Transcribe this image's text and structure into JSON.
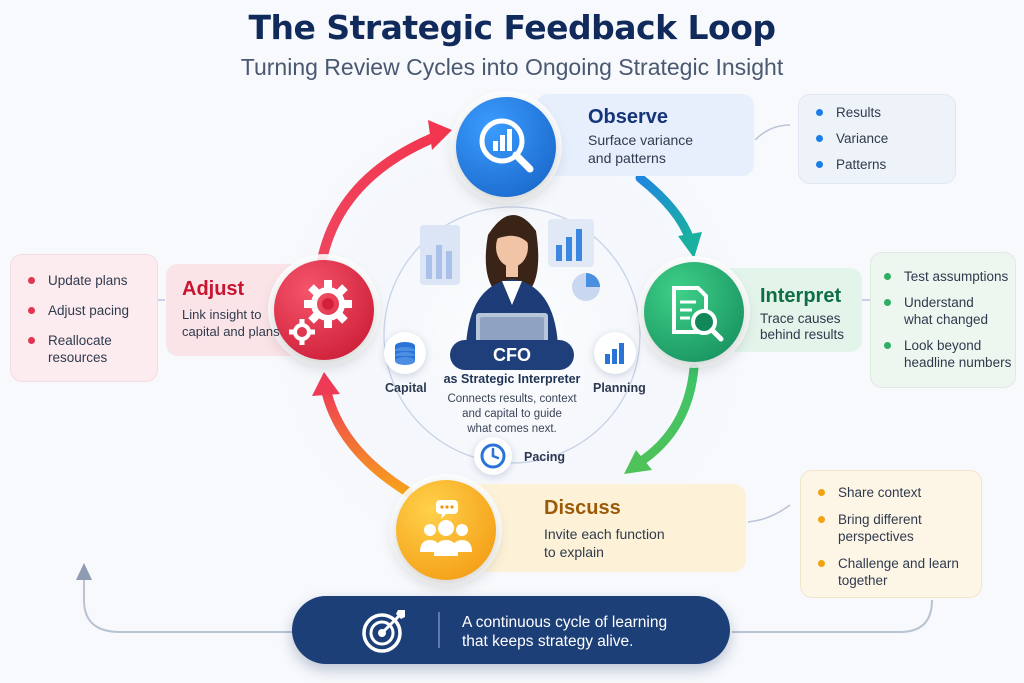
{
  "title": "The Strategic Feedback Loop",
  "subtitle": "Turning Review Cycles into Ongoing Strategic Insight",
  "stages": {
    "observe": {
      "title": "Observe",
      "desc_line1": "Surface variance",
      "desc_line2": "and patterns",
      "color": "#1a6fd4",
      "items": [
        "Results",
        "Variance",
        "Patterns"
      ]
    },
    "interpret": {
      "title": "Interpret",
      "desc_line1": "Trace causes",
      "desc_line2": "behind results",
      "color": "#159a5b",
      "items": [
        {
          "l1": "Test assumptions",
          "l2": ""
        },
        {
          "l1": "Understand",
          "l2": "what changed"
        },
        {
          "l1": "Look beyond",
          "l2": "headline numbers"
        }
      ]
    },
    "discuss": {
      "title": "Discuss",
      "desc_line1": "Invite each function",
      "desc_line2": "to explain",
      "color": "#a8620a",
      "items": [
        {
          "l1": "Share context",
          "l2": ""
        },
        {
          "l1": "Bring different",
          "l2": "perspectives"
        },
        {
          "l1": "Challenge and learn",
          "l2": "together"
        }
      ]
    },
    "adjust": {
      "title": "Adjust",
      "desc_line1": "Link insight to",
      "desc_line2": "capital and plans",
      "color": "#d01f3c",
      "items": [
        {
          "l1": "Update plans",
          "l2": ""
        },
        {
          "l1": "Adjust pacing",
          "l2": ""
        },
        {
          "l1": "Reallocate",
          "l2": "resources"
        }
      ]
    }
  },
  "center": {
    "badge": "CFO",
    "subtitle": "as Strategic Interpreter",
    "desc_line1": "Connects results, context",
    "desc_line2": "and capital to guide",
    "desc_line3": "what comes next.",
    "capital_label": "Capital",
    "planning_label": "Planning",
    "pacing_label": "Pacing"
  },
  "footer": {
    "line1": "A continuous cycle of learning",
    "line2": "that keeps strategy alive."
  },
  "icons": {
    "observe": "magnifier-chart-icon",
    "interpret": "document-search-icon",
    "discuss": "team-chat-icon",
    "adjust": "gears-icon",
    "footer": "target-arrow-icon"
  }
}
